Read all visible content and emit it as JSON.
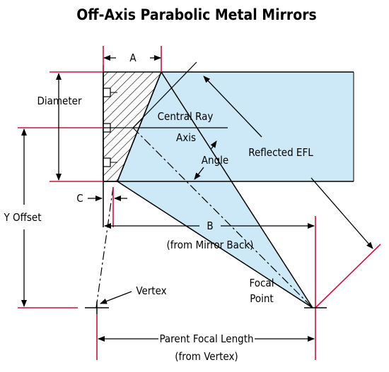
{
  "title": "Off-Axis Parabolic Metal Mirrors",
  "labels": {
    "a": "A",
    "diameter": "Diameter",
    "central_ray": "Central Ray",
    "axis": "Axis",
    "angle": "Angle",
    "reflected_efl": "Reflected EFL",
    "c": "C",
    "y_offset": "Y Offset",
    "b": "B",
    "b_sub": "(from Mirror Back)",
    "vertex": "Vertex",
    "focal": "Focal",
    "point": "Point",
    "parent_focal_length": "Parent Focal Length",
    "pfl_sub": "(from Vertex)"
  },
  "colors": {
    "beam": "#cde9f7",
    "guide": "#c8143c",
    "line": "#000000"
  }
}
